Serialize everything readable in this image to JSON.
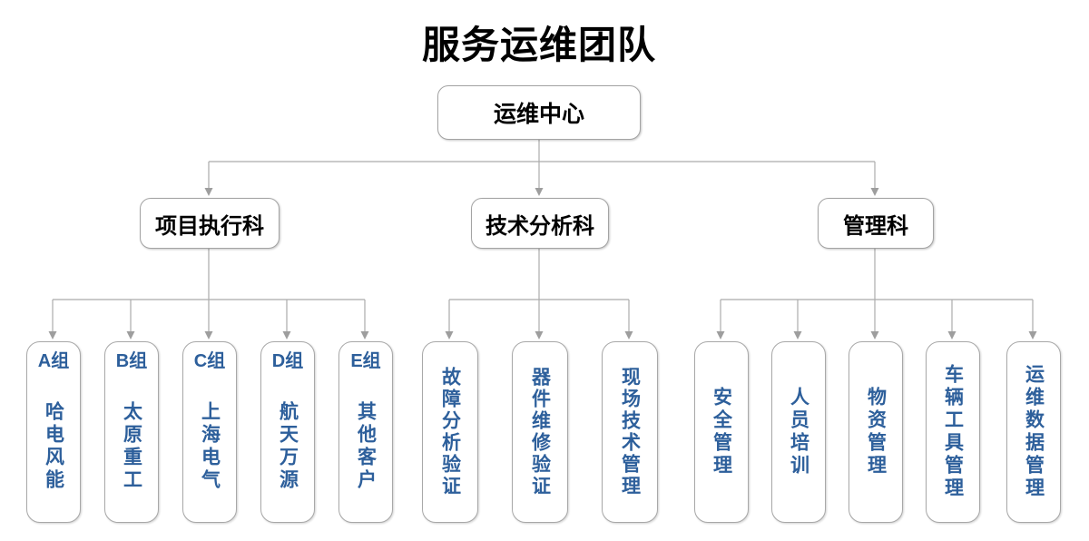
{
  "title": "服务运维团队",
  "root": {
    "label": "运维中心"
  },
  "branches": [
    {
      "label": "项目执行科",
      "children": [
        {
          "group": "A组",
          "name": "哈电风能"
        },
        {
          "group": "B组",
          "name": "太原重工"
        },
        {
          "group": "C组",
          "name": "上海电气"
        },
        {
          "group": "D组",
          "name": "航天万源"
        },
        {
          "group": "E组",
          "name": "其他客户"
        }
      ]
    },
    {
      "label": "技术分析科",
      "children": [
        {
          "name": "故障分析验证"
        },
        {
          "name": "器件维修验证"
        },
        {
          "name": "现场技术管理"
        }
      ]
    },
    {
      "label": "管理科",
      "children": [
        {
          "name": "安全管理"
        },
        {
          "name": "人员培训"
        },
        {
          "name": "物资管理"
        },
        {
          "name": "车辆工具管理"
        },
        {
          "name": "运维数据管理"
        }
      ]
    }
  ],
  "colors": {
    "leaf_text": "#2D5F9B",
    "node_text": "#000000",
    "connector_line": "#ABABAB",
    "arrowhead": "#9E9E9E",
    "box_border": "#A3A3A3",
    "background": "#FFFFFF"
  }
}
